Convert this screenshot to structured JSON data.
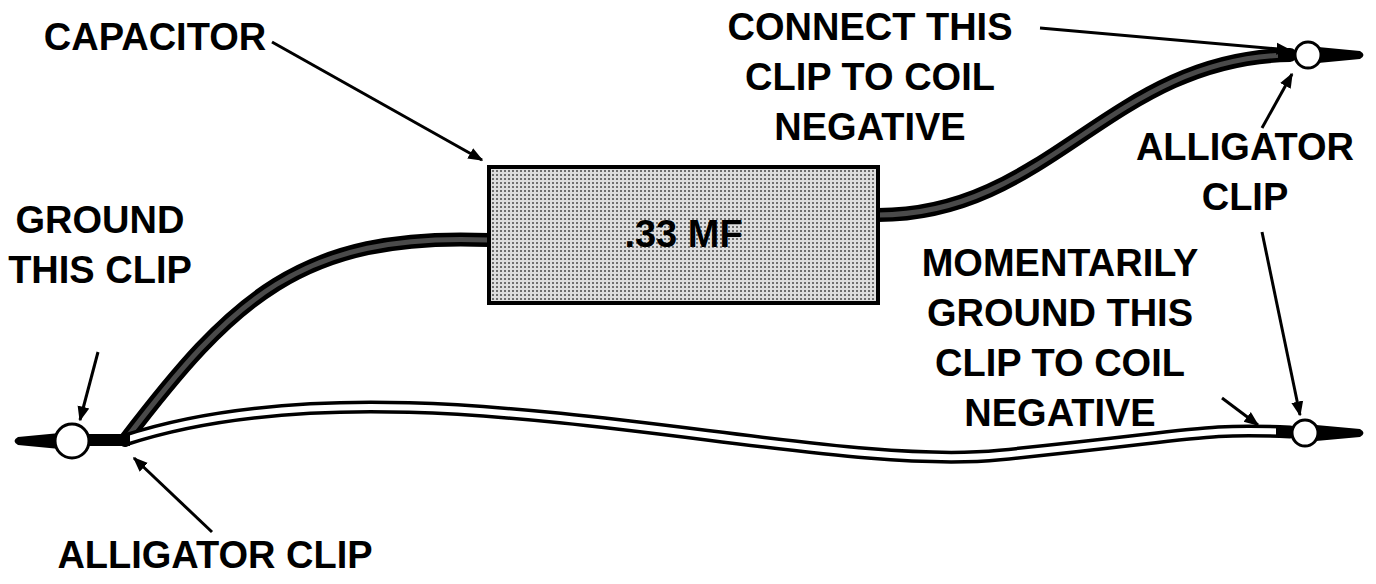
{
  "diagram": {
    "nodes": [
      {
        "text": [
          ".33 MF"
        ]
      }
    ],
    "edges": [],
    "labels": [
      "CAPACITOR",
      "CONNECT THIS CLIP TO COIL NEGATIVE",
      "GROUND THIS CLIP",
      "ALLIGATOR CLIP",
      "MOMENTARILY GROUND THIS CLIP TO COIL NEGATIVE",
      "ALLIGATOR CLIP"
    ]
  }
}
